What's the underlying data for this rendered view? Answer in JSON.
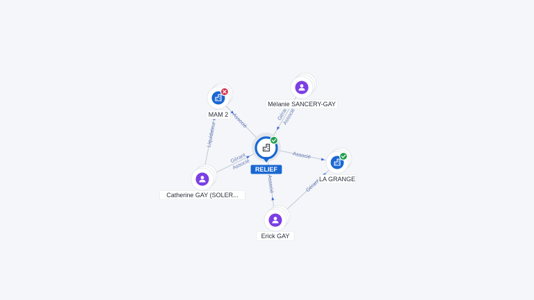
{
  "colors": {
    "person": "#7b3fe4",
    "company": "#1967d2",
    "center": "#1967d2",
    "active": "#1e9e4a",
    "closed": "#d32f4a"
  },
  "nodes": [
    {
      "id": "relief",
      "label": "RELIEF",
      "kind": "center",
      "status": "active",
      "icon": "building-icon"
    },
    {
      "id": "mam2",
      "label": "MAM 2",
      "kind": "company",
      "status": "closed",
      "icon": "building-icon"
    },
    {
      "id": "melanie",
      "label": "Mélanie SANCERY-GAY",
      "kind": "person",
      "status": "",
      "icon": "person-icon"
    },
    {
      "id": "grange",
      "label": "LA GRANGE",
      "kind": "company",
      "status": "active",
      "icon": "building-icon"
    },
    {
      "id": "catherine",
      "label": "Catherine GAY (SOLER...",
      "kind": "person",
      "status": "",
      "icon": "person-icon"
    },
    {
      "id": "erick",
      "label": "Erick GAY",
      "kind": "person",
      "status": "",
      "icon": "person-icon"
    }
  ],
  "edges": [
    {
      "id": "mam2-relief",
      "from": "mam2",
      "to": "relief",
      "labels": [
        "Associé"
      ]
    },
    {
      "id": "catherine-mam2",
      "from": "catherine",
      "to": "mam2",
      "labels": [
        "Liquidateur"
      ]
    },
    {
      "id": "catherine-relief",
      "from": "catherine",
      "to": "relief",
      "labels": [
        "Gérant",
        "Associé"
      ]
    },
    {
      "id": "melanie-relief",
      "from": "melanie",
      "to": "relief",
      "labels": [
        "Gérant",
        "Associé"
      ]
    },
    {
      "id": "relief-grange",
      "from": "relief",
      "to": "grange",
      "labels": [
        "Associé"
      ]
    },
    {
      "id": "erick-relief",
      "from": "erick",
      "to": "relief",
      "labels": [
        "Associé"
      ]
    },
    {
      "id": "erick-grange",
      "from": "erick",
      "to": "grange",
      "labels": [
        "Gérant"
      ]
    }
  ]
}
